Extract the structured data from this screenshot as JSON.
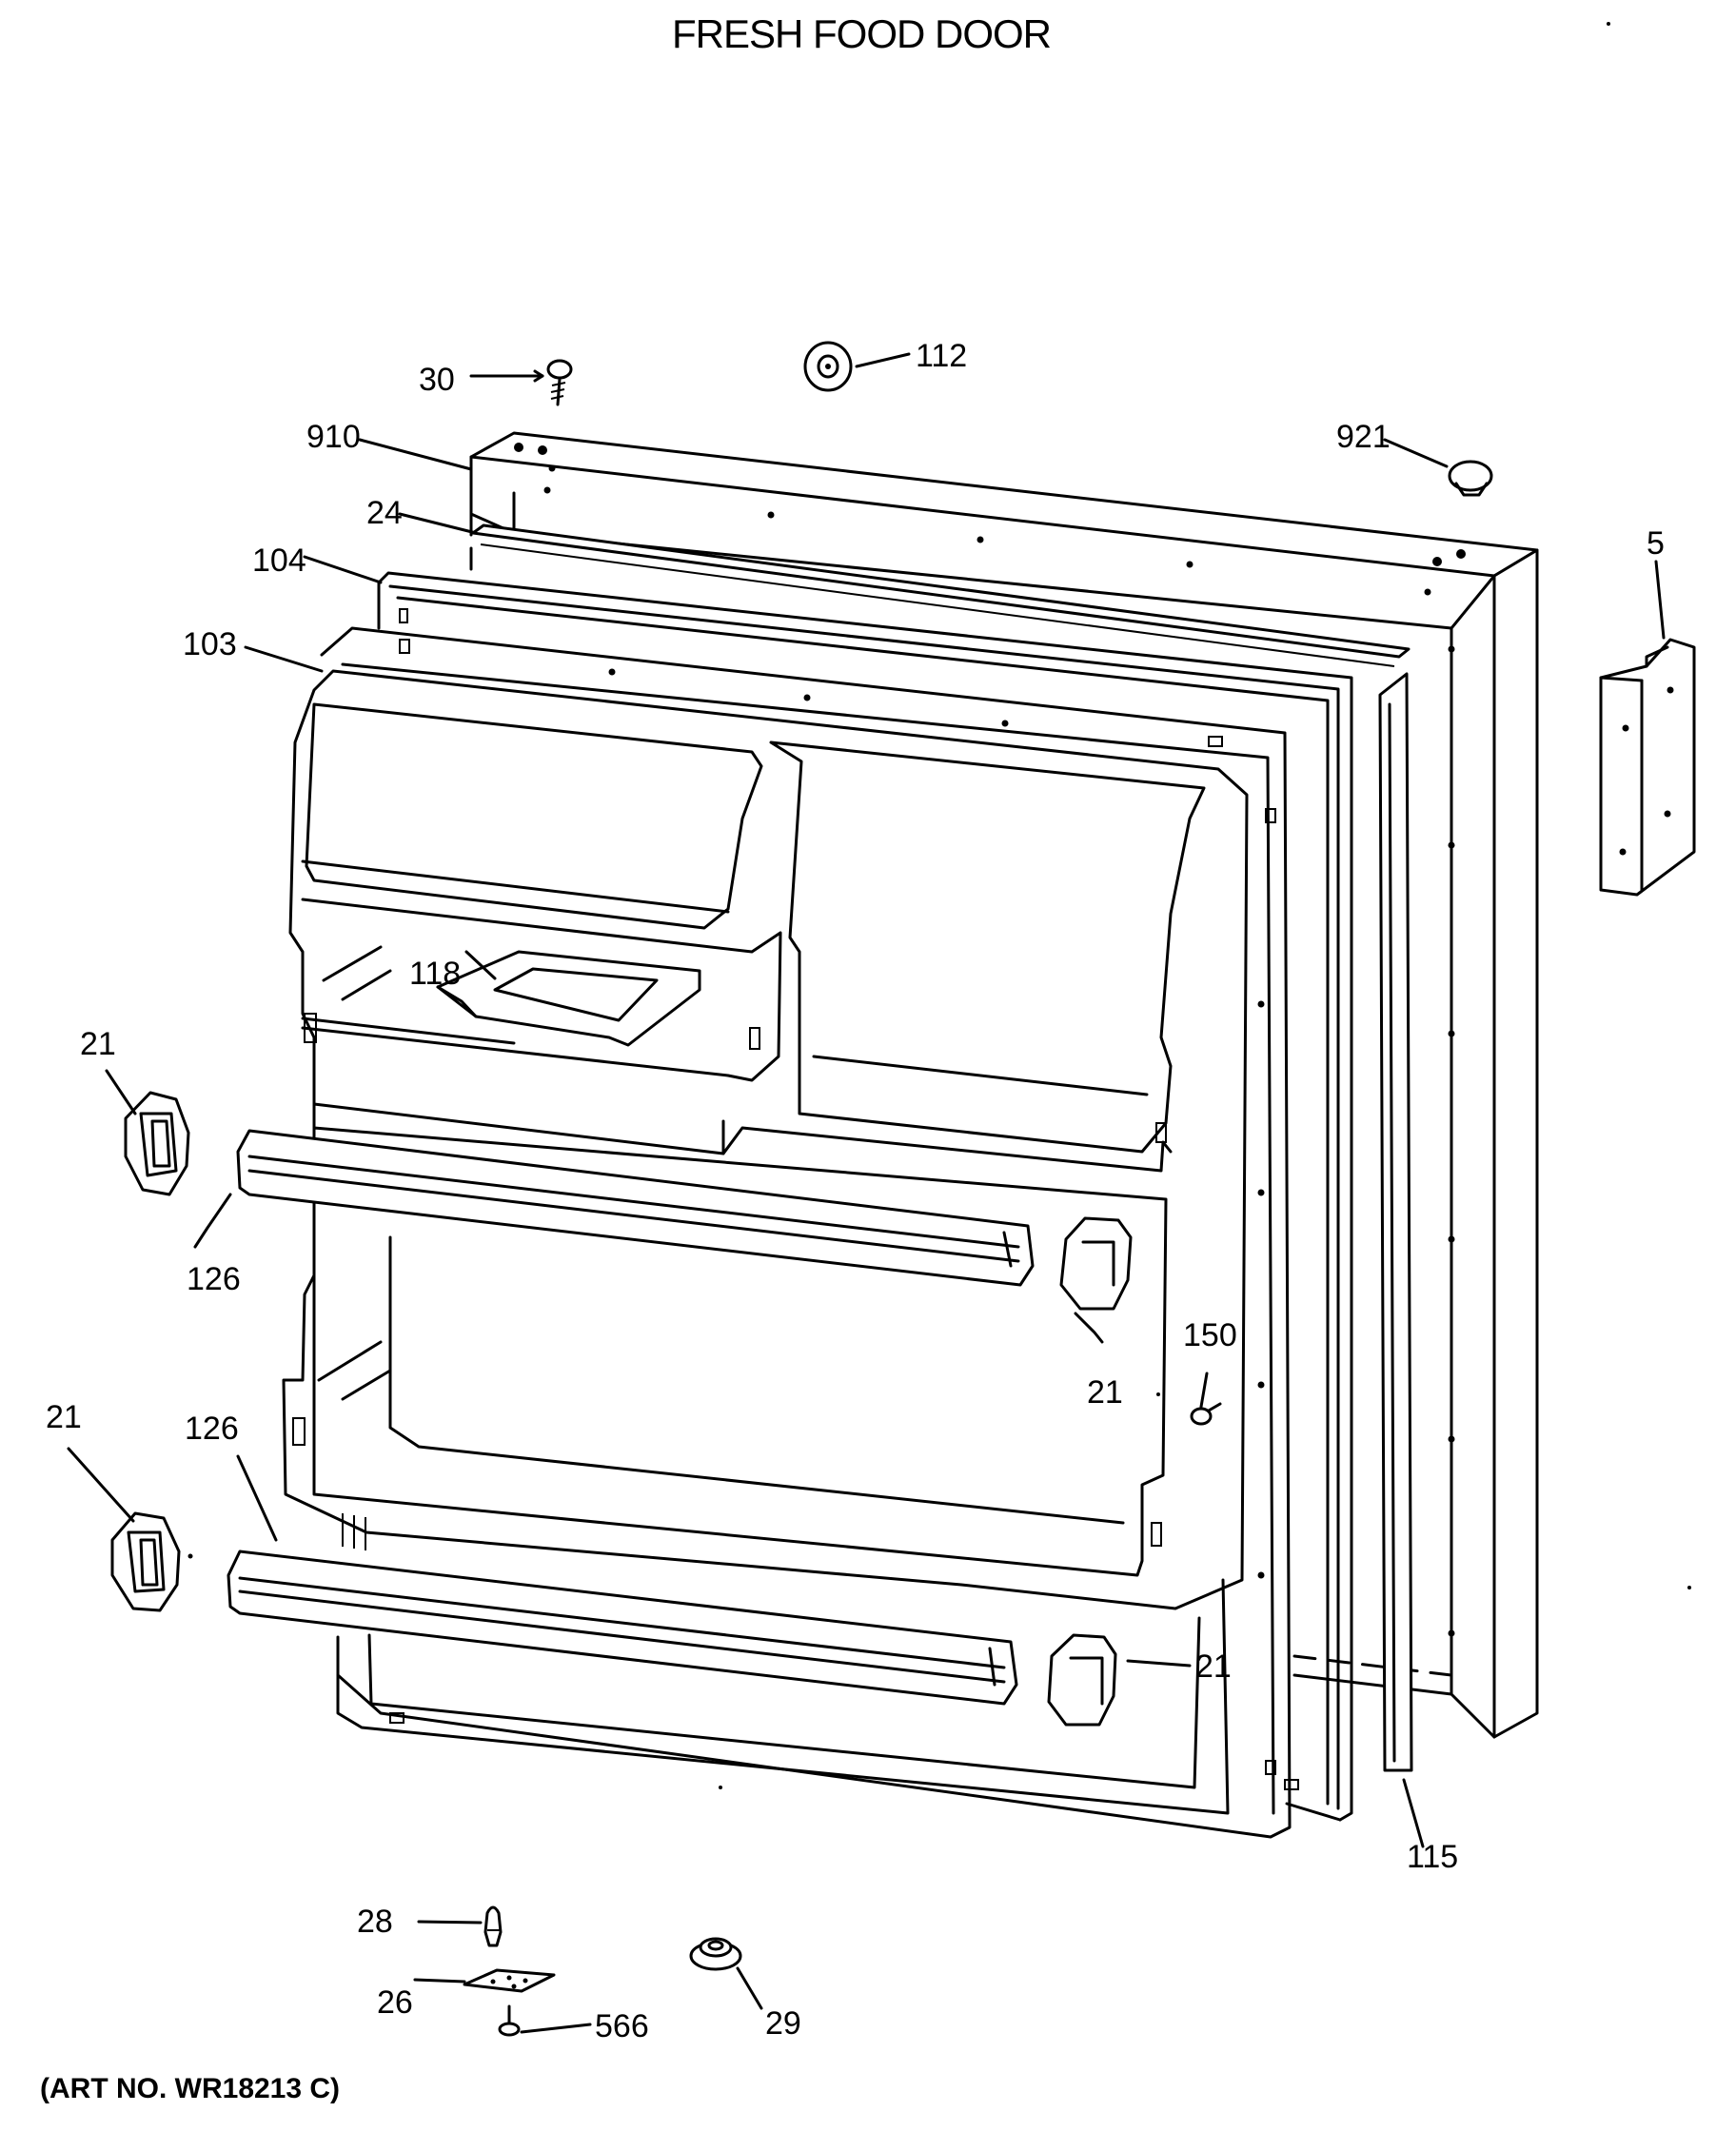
{
  "title": "FRESH FOOD DOOR",
  "art_number": "(ART NO. WR18213 C)",
  "callouts": {
    "c30": "30",
    "c112": "112",
    "c910": "910",
    "c921": "921",
    "c24": "24",
    "c104": "104",
    "c103": "103",
    "c5": "5",
    "c118": "118",
    "c21_a": "21",
    "c126_a": "126",
    "c21_b": "21",
    "c150": "150",
    "c21_c": "21",
    "c126_b": "126",
    "c21_d": "21",
    "c115": "115",
    "c28": "28",
    "c26": "26",
    "c566": "566",
    "c29": "29"
  }
}
